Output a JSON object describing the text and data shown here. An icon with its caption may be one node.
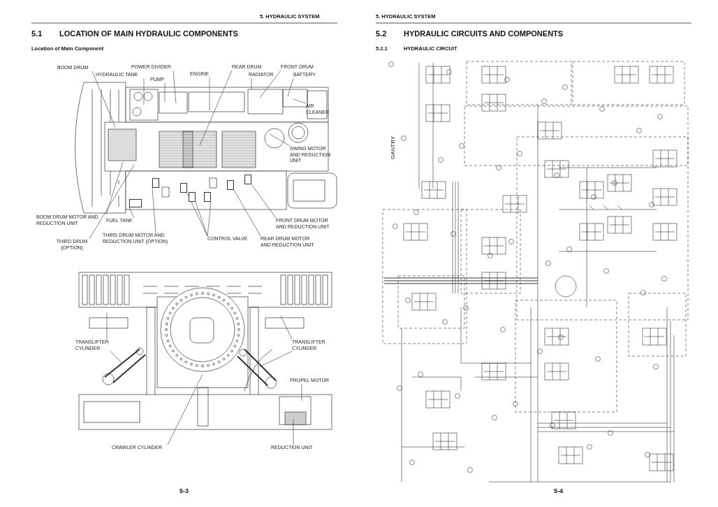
{
  "diagram": {
    "nodes": [
      {
        "text": [
          "BOOM DRUM"
        ]
      },
      {
        "text": [
          "HYDRAULIC TANK"
        ]
      },
      {
        "text": [
          "POWER DIVIDER"
        ]
      },
      {
        "text": [
          "PUMP"
        ]
      },
      {
        "text": [
          "ENGINE"
        ]
      },
      {
        "text": [
          "REAR DRUM"
        ]
      },
      {
        "text": [
          "RADIATOR"
        ]
      },
      {
        "text": [
          "FRONT DRUM"
        ]
      },
      {
        "text": [
          "BATTERY"
        ]
      },
      {
        "text": [
          "AIR CLEANER"
        ]
      },
      {
        "text": [
          "SWING MOTOR AND REDUCTION UNIT"
        ]
      },
      {
        "text": [
          "BOOM DRUM MOTOR AND REDUCTION UNIT"
        ]
      },
      {
        "text": [
          "FUEL TANK"
        ]
      },
      {
        "text": [
          "THIRD DRUM (OPTION)"
        ]
      },
      {
        "text": [
          "THIRD DRUM MOTOR AND REDUCTION UNIT (OPTION)"
        ]
      },
      {
        "text": [
          "CONTROL VALVE"
        ]
      },
      {
        "text": [
          "FRONT DRUM MOTOR AND REDUCTION UNIT"
        ]
      },
      {
        "text": [
          "REAR DRUM MOTOR AND REDUCTION UNIT"
        ]
      },
      {
        "text": [
          "TRANSLIFTER CYLINDER"
        ]
      },
      {
        "text": [
          "TRANSLIFTER CYLINDER"
        ]
      },
      {
        "text": [
          "PROPEL MOTOR"
        ]
      },
      {
        "text": [
          "CRAWLER CYLINDER"
        ]
      },
      {
        "text": [
          "REDUCTION UNIT"
        ]
      },
      {
        "text": [],
        "shape": "box"
      },
      {
        "text": [],
        "shape": "box"
      },
      {
        "text": [],
        "shape": "box"
      },
      {
        "text": [],
        "shape": "box"
      },
      {
        "text": [],
        "shape": "box"
      },
      {
        "text": [],
        "shape": "box"
      },
      {
        "text": [],
        "shape": "box"
      }
    ],
    "edges": [
      {
        "from": 0,
        "to": null,
        "arrow": "none"
      },
      {
        "from": 1,
        "to": null,
        "arrow": "none"
      },
      {
        "from": 2,
        "to": null,
        "arrow": "none"
      },
      {
        "from": 3,
        "to": null,
        "arrow": "none"
      },
      {
        "from": 4,
        "to": null,
        "arrow": "none"
      },
      {
        "from": 5,
        "to": null,
        "arrow": "none"
      },
      {
        "from": 6,
        "to": null,
        "arrow": "none"
      },
      {
        "from": 7,
        "to": null,
        "arrow": "none"
      },
      {
        "from": 8,
        "to": null,
        "arrow": "none"
      },
      {
        "from": 9,
        "to": null,
        "arrow": "none"
      },
      {
        "from": 10,
        "to": null,
        "arrow": "none"
      },
      {
        "from": 11,
        "to": null,
        "arrow": "none"
      },
      {
        "from": 12,
        "to": 23,
        "arrow": "none"
      },
      {
        "from": 13,
        "to": null,
        "arrow": "none"
      },
      {
        "from": 14,
        "to": 24,
        "arrow": "none"
      },
      {
        "from": 15,
        "to": 25,
        "arrow": "none"
      },
      {
        "from": 15,
        "to": 26,
        "arrow": "none"
      },
      {
        "from": 15,
        "to": 27,
        "arrow": "none"
      },
      {
        "from": 16,
        "to": 29,
        "arrow": "none"
      },
      {
        "from": 17,
        "to": 28,
        "arrow": "none"
      },
      {
        "from": 18,
        "to": null,
        "arrow": "none"
      },
      {
        "from": 18,
        "to": null,
        "arrow": "none"
      },
      {
        "from": 19,
        "to": null,
        "arrow": "none"
      },
      {
        "from": 19,
        "to": null,
        "arrow": "none"
      },
      {
        "from": 20,
        "to": null,
        "arrow": "none"
      },
      {
        "from": 21,
        "to": null,
        "arrow": "none"
      },
      {
        "from": 22,
        "to": null,
        "arrow": "none"
      }
    ],
    "labels": [
      "5. HYDRAULIC SYSTEM",
      "5. HYDRAULIC SYSTEM",
      "5.1",
      "LOCATION OF MAIN HYDRAULIC COMPONENTS",
      "5.2",
      "HYDRAULIC CIRCUITS AND COMPONENTS",
      "Location of Main Component",
      "5.2.1",
      "HYDRAULIC CIRCUIT",
      "GANTRY",
      "5-3",
      "5-4"
    ]
  }
}
